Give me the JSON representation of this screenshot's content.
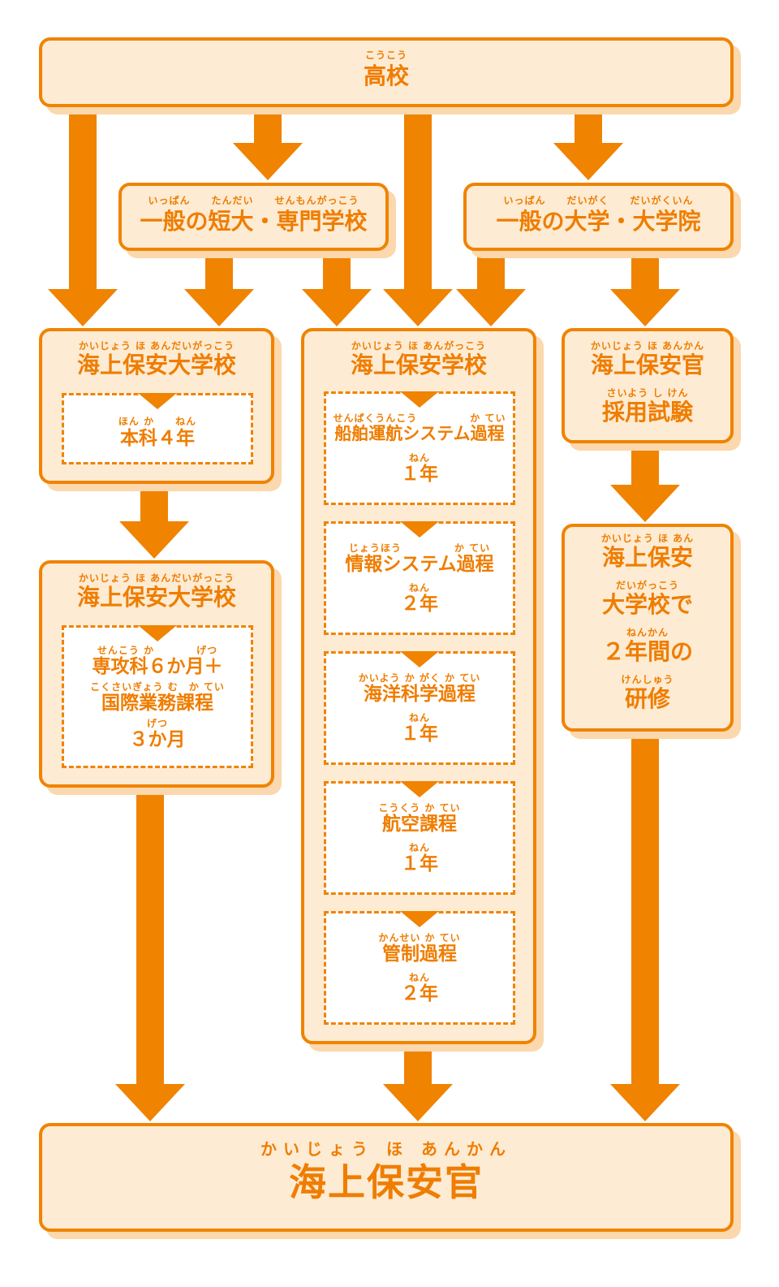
{
  "colors": {
    "orange": "#f08300",
    "fill": "#fdebd3",
    "shadow": "#fbd8ad"
  },
  "high_school": {
    "ruby": "こうこう",
    "label": "高校"
  },
  "junior_college": {
    "ruby": "いっぱん　　たんだい　　せんもんがっこう",
    "label": "一般の短大・専門学校"
  },
  "university": {
    "ruby": "いっぱん　　だいがく　　だいがくいん",
    "label": "一般の大学・大学院"
  },
  "academy": {
    "ruby": "かいじょう ほ あんだいがっこう",
    "label": "海上保安大学校",
    "course_ruby": "ほん か　　ねん",
    "course": "本科４年"
  },
  "academy2": {
    "ruby": "かいじょう ほ あんだいがっこう",
    "label": "海上保安大学校",
    "ruby1": "せんこう か　　　　げつ",
    "line1": "専攻科６か月＋",
    "ruby2": "こくさいぎょう む　か てい",
    "line2": "国際業務課程",
    "ruby3": "げつ",
    "line3": "３か月"
  },
  "school": {
    "ruby": "かいじょう ほ あんがっこう",
    "label": "海上保安学校",
    "courses": [
      {
        "ruby": "せんぱくうんこう　　　　　か てい",
        "name": "船舶運航システム過程",
        "years_ruby": "ねん",
        "years": "１年"
      },
      {
        "ruby": "じょうほう　　　　　か てい",
        "name": "情報システム過程",
        "years_ruby": "ねん",
        "years": "２年"
      },
      {
        "ruby": "かいよう か がく か てい",
        "name": "海洋科学過程",
        "years_ruby": "ねん",
        "years": "１年"
      },
      {
        "ruby": "こうくう か てい",
        "name": "航空課程",
        "years_ruby": "ねん",
        "years": "１年"
      },
      {
        "ruby": "かんせい か てい",
        "name": "管制過程",
        "years_ruby": "ねん",
        "years": "２年"
      }
    ]
  },
  "exam": {
    "ruby1": "かいじょう ほ あんかん",
    "line1": "海上保安官",
    "ruby2": "さいよう し けん",
    "line2": "採用試験"
  },
  "training": {
    "ruby1": "かいじょう ほ あん",
    "line1": "海上保安",
    "ruby2": "だいがっこう",
    "line2": "大学校で",
    "ruby3": "ねんかん",
    "line3": "２年間の",
    "ruby4": "けんしゅう",
    "line4": "研修"
  },
  "officer": {
    "ruby": "かいじょう ほ あんかん",
    "label": "海上保安官"
  }
}
